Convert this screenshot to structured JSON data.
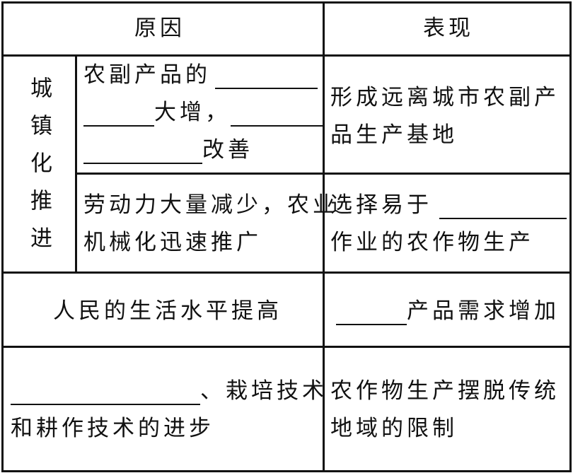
{
  "header": {
    "reason": "原因",
    "manifestation": "表现"
  },
  "rows": {
    "urbanization": {
      "label": "城镇化推进",
      "label_chars": [
        "城",
        "镇",
        "化",
        "推",
        "进"
      ],
      "sub1": {
        "reason_parts": [
          "农副产品的",
          "大增，",
          "改善"
        ],
        "manifestation_lines": [
          "形成远离城市农副产",
          "品生产基地"
        ]
      },
      "sub2": {
        "reason_lines": [
          "劳动力大量减少，农业",
          "机械化迅速推广"
        ],
        "manifestation_parts": [
          "选择易于",
          "作业的农作物生产"
        ]
      }
    },
    "living": {
      "reason": "人民的生活水平提高",
      "manifestation": "产品需求增加"
    },
    "technology": {
      "reason_parts": [
        "、栽培技术",
        "和耕作技术的进步"
      ],
      "manifestation_lines": [
        "农作物生产摆脱传统",
        "地域的限制"
      ]
    }
  }
}
